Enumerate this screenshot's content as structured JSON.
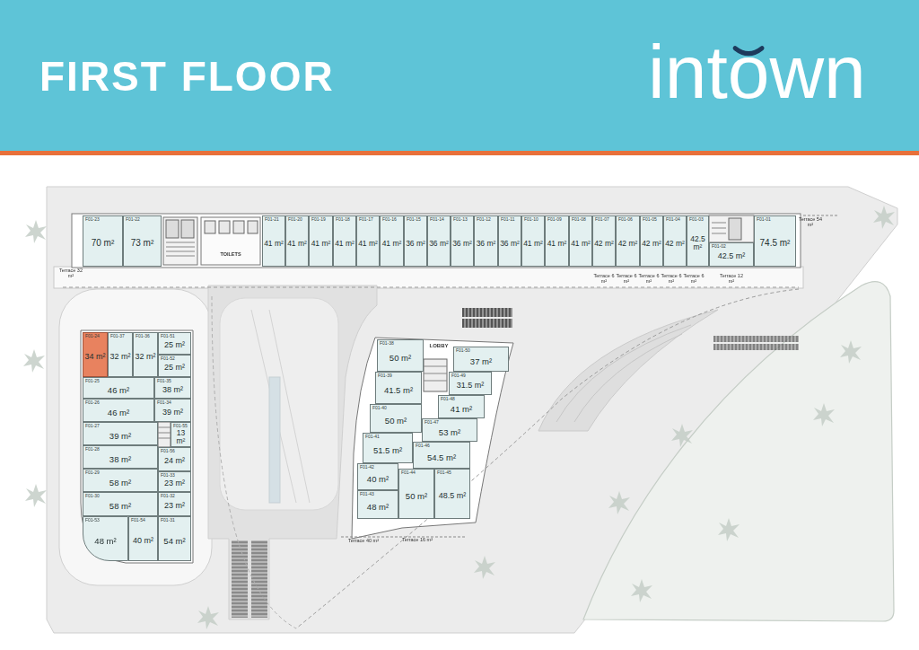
{
  "diagram": {
    "title": "FIRST FLOOR",
    "nodes": [
      {
        "text": [
          "F01-23",
          "70 m²"
        ]
      },
      {
        "text": [
          "F01-22",
          "73 m²"
        ]
      },
      {
        "text": [
          "F01-21",
          "41 m²"
        ]
      },
      {
        "text": [
          "F01-20",
          "41 m²"
        ]
      },
      {
        "text": [
          "F01-19",
          "41 m²"
        ]
      },
      {
        "text": [
          "F01-18",
          "41 m²"
        ]
      },
      {
        "text": [
          "F01-17",
          "41 m²"
        ]
      },
      {
        "text": [
          "F01-16",
          "41 m²"
        ]
      },
      {
        "text": [
          "F01-15",
          "36 m²"
        ]
      },
      {
        "text": [
          "F01-14",
          "36 m²"
        ]
      },
      {
        "text": [
          "F01-13",
          "36 m²"
        ]
      },
      {
        "text": [
          "F01-12",
          "36 m²"
        ]
      },
      {
        "text": [
          "F01-11",
          "36 m²"
        ]
      },
      {
        "text": [
          "F01-10",
          "41 m²"
        ]
      },
      {
        "text": [
          "F01-09",
          "41 m²"
        ]
      },
      {
        "text": [
          "F01-08",
          "41 m²"
        ]
      },
      {
        "text": [
          "F01-07",
          "42 m²"
        ]
      },
      {
        "text": [
          "F01-06",
          "42 m²"
        ]
      },
      {
        "text": [
          "F01-05",
          "42 m²"
        ]
      },
      {
        "text": [
          "F01-04",
          "42 m²"
        ]
      },
      {
        "text": [
          "F01-03",
          "42.5 m²"
        ]
      },
      {
        "text": [
          "F01-02",
          "42.5 m²"
        ]
      },
      {
        "text": [
          "F01-01",
          "74.5 m²"
        ]
      },
      {
        "text": [
          "F01-24",
          "34 m²"
        ]
      },
      {
        "text": [
          "F01-37",
          "32 m²"
        ]
      },
      {
        "text": [
          "F01-36",
          "32 m²"
        ]
      },
      {
        "text": [
          "F01-51",
          "25 m²"
        ]
      },
      {
        "text": [
          "F01-52",
          "25 m²"
        ]
      },
      {
        "text": [
          "F01-25",
          "46 m²"
        ]
      },
      {
        "text": [
          "F01-35",
          "38 m²"
        ]
      },
      {
        "text": [
          "F01-26",
          "46 m²"
        ]
      },
      {
        "text": [
          "F01-34",
          "39 m²"
        ]
      },
      {
        "text": [
          "F01-27",
          "39 m²"
        ]
      },
      {
        "text": [
          "F01-55",
          "13 m²"
        ]
      },
      {
        "text": [
          "F01-28",
          "38 m²"
        ]
      },
      {
        "text": [
          "F01-56",
          "24 m²"
        ]
      },
      {
        "text": [
          "F01-29",
          "58 m²"
        ]
      },
      {
        "text": [
          "F01-33",
          "23 m²"
        ]
      },
      {
        "text": [
          "F01-30",
          "58 m²"
        ]
      },
      {
        "text": [
          "F01-32",
          "23 m²"
        ]
      },
      {
        "text": [
          "F01-53",
          "48 m²"
        ]
      },
      {
        "text": [
          "F01-54",
          "40 m²"
        ]
      },
      {
        "text": [
          "F01-31",
          "54 m²"
        ]
      },
      {
        "text": [
          "F01-38",
          "50 m²"
        ]
      },
      {
        "text": [
          "F01-50",
          "37 m²"
        ]
      },
      {
        "text": [
          "F01-49",
          "31.5 m²"
        ]
      },
      {
        "text": [
          "F01-39",
          "41.5 m²"
        ]
      },
      {
        "text": [
          "F01-48",
          "41 m²"
        ]
      },
      {
        "text": [
          "F01-40",
          "50 m²"
        ]
      },
      {
        "text": [
          "F01-47",
          "53 m²"
        ]
      },
      {
        "text": [
          "F01-41",
          "51.5 m²"
        ]
      },
      {
        "text": [
          "F01-46",
          "54.5 m²"
        ]
      },
      {
        "text": [
          "F01-42",
          "40 m²"
        ]
      },
      {
        "text": [
          "F01-44",
          "50 m²"
        ]
      },
      {
        "text": [
          "F01-45",
          "48.5 m²"
        ]
      },
      {
        "text": [
          "F01-43",
          "48 m²"
        ]
      }
    ],
    "labels": [
      "intown",
      "TOILETS",
      "Terrace 32 m²",
      "Terrace 54 m²",
      "Terrace 6 m²",
      "Terrace 6 m²",
      "Terrace 6 m²",
      "Terrace 6 m²",
      "Terrace 6 m²",
      "Terrace 12 m²",
      "LOBBY",
      "Terrace 40 m²",
      "Terrace 16 m²"
    ]
  }
}
